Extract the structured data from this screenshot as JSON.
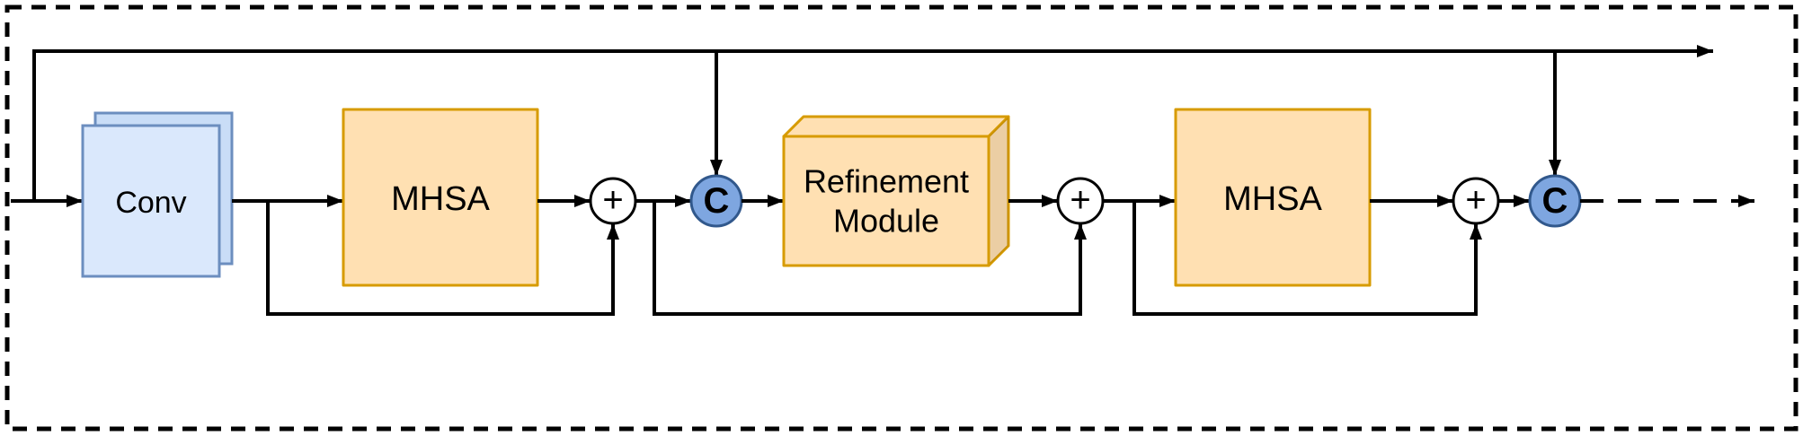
{
  "diagram": {
    "blocks": {
      "conv": {
        "label": "Conv"
      },
      "mhsa_1": {
        "label": "MHSA"
      },
      "refinement": {
        "label_line_1": "Refinement",
        "label_line_2": "Module"
      },
      "mhsa_2": {
        "label": "MHSA"
      }
    },
    "operators": {
      "add_label": "+",
      "concat_label": "C"
    }
  },
  "colors": {
    "background": "#ffffff",
    "line_color": "#000000",
    "conv_fill": "#dae8fc",
    "conv_back_fill": "#c9ddf7",
    "conv_stroke": "#6c8ebf",
    "block_fill": "#ffe0b2",
    "block_stroke": "#d79b00",
    "concat_fill": "#7ea6e0",
    "concat_stroke": "#31588c",
    "add_fill": "#ffffff"
  }
}
